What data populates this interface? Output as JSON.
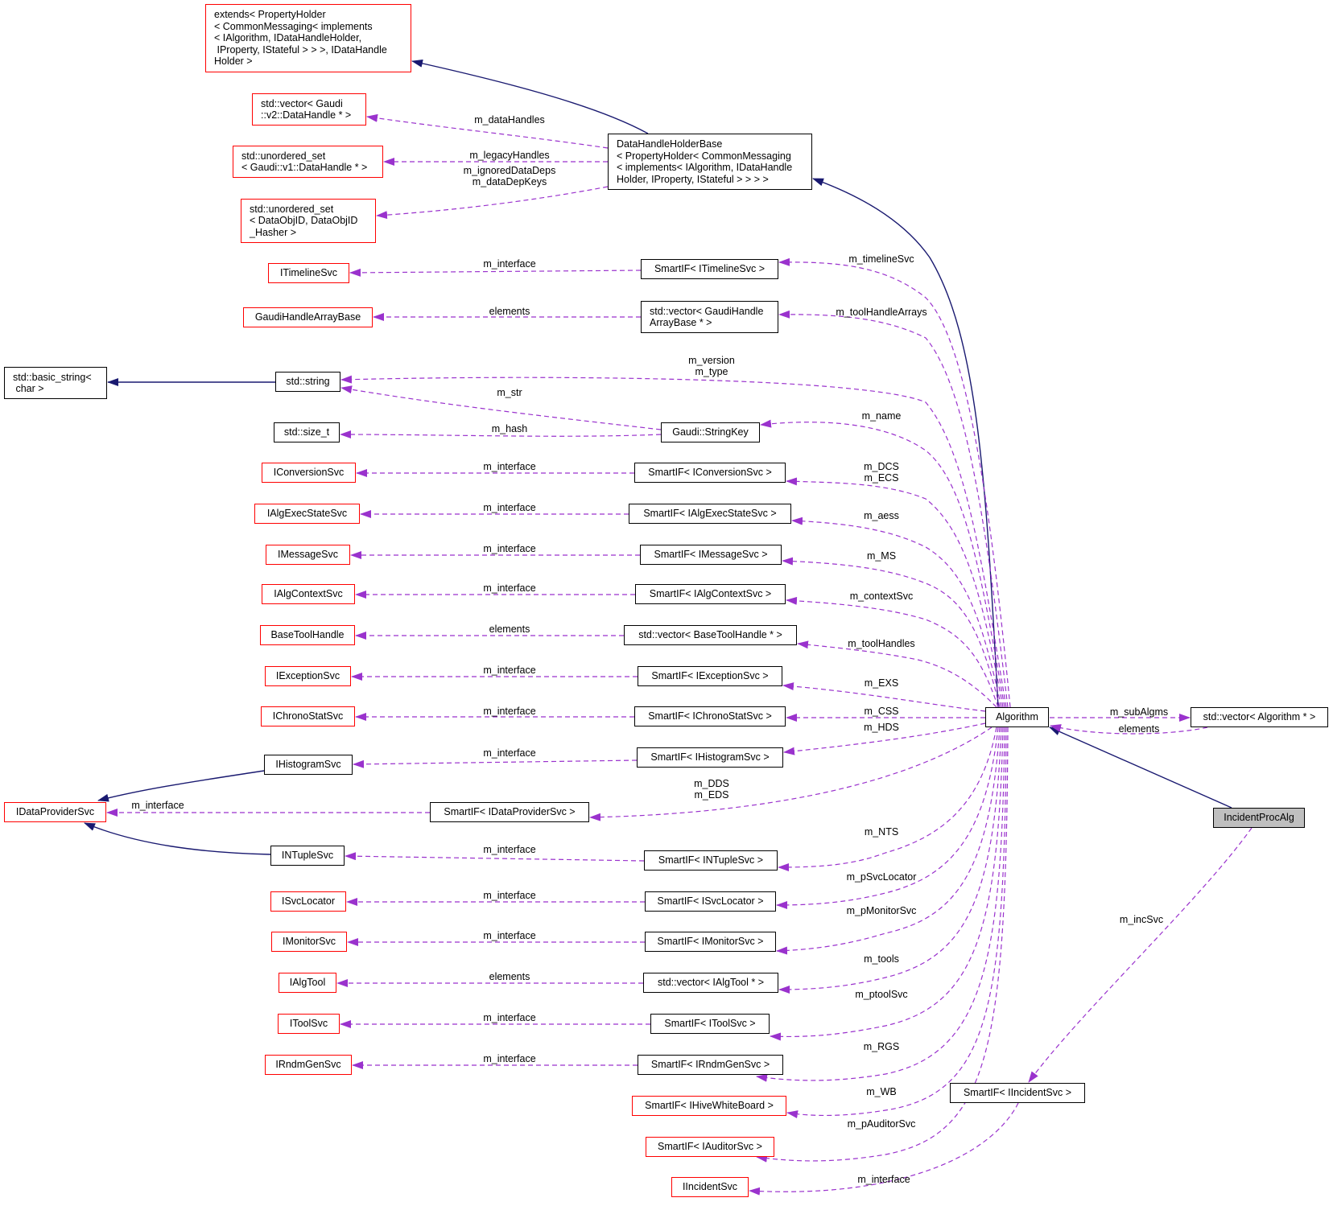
{
  "colors": {
    "inheritance": "#191970",
    "usage": "#9a32cd",
    "node_border": "#000000",
    "node_missing_border": "#ff0000",
    "current_fill": "#bfbfbf"
  },
  "nodes": {
    "extends": "extends< PropertyHolder\n< CommonMessaging< implements\n< IAlgorithm, IDataHandleHolder,\n IProperty, IStateful > > >, IDataHandle\nHolder >",
    "vec_datahandle": "std::vector< Gaudi\n::v2::DataHandle * >",
    "uset_datahandle": "std::unordered_set\n< Gaudi::v1::DataHandle * >",
    "uset_dataobjid": "std::unordered_set\n< DataObjID, DataObjID\n_Hasher >",
    "dhhb": "DataHandleHolderBase\n< PropertyHolder< CommonMessaging\n< implements< IAlgorithm, IDataHandle\nHolder, IProperty, IStateful > > > >",
    "itimeline": "ITimelineSvc",
    "sif_timeline": "SmartIF< ITimelineSvc >",
    "gharraybase": "GaudiHandleArrayBase",
    "vec_gharray": "std::vector< GaudiHandle\nArrayBase * >",
    "basic_string": "std::basic_string<\n char >",
    "string": "std::string",
    "size_t": "std::size_t",
    "stringkey": "Gaudi::StringKey",
    "iconversion": "IConversionSvc",
    "sif_conversion": "SmartIF< IConversionSvc >",
    "ialgexec": "IAlgExecStateSvc",
    "sif_algexec": "SmartIF< IAlgExecStateSvc >",
    "imessage": "IMessageSvc",
    "sif_message": "SmartIF< IMessageSvc >",
    "ialgcontext": "IAlgContextSvc",
    "sif_algcontext": "SmartIF< IAlgContextSvc >",
    "basetoolhandle": "BaseToolHandle",
    "vec_basetool": "std::vector< BaseToolHandle * >",
    "iexception": "IExceptionSvc",
    "sif_exception": "SmartIF< IExceptionSvc >",
    "ichrono": "IChronoStatSvc",
    "sif_chrono": "SmartIF< IChronoStatSvc >",
    "ihisto": "IHistogramSvc",
    "sif_histo": "SmartIF< IHistogramSvc >",
    "idataprov": "IDataProviderSvc",
    "sif_dataprov": "SmartIF< IDataProviderSvc >",
    "intuple": "INTupleSvc",
    "sif_ntuple": "SmartIF< INTupleSvc >",
    "isvcloc": "ISvcLocator",
    "sif_svcloc": "SmartIF< ISvcLocator >",
    "imonitor": "IMonitorSvc",
    "sif_monitor": "SmartIF< IMonitorSvc >",
    "ialgtool": "IAlgTool",
    "vec_algtool": "std::vector< IAlgTool * >",
    "itool": "IToolSvc",
    "sif_tool": "SmartIF< IToolSvc >",
    "irndm": "IRndmGenSvc",
    "sif_rndm": "SmartIF< IRndmGenSvc >",
    "sif_hive": "SmartIF< IHiveWhiteBoard >",
    "sif_auditor": "SmartIF< IAuditorSvc >",
    "iincident": "IIncidentSvc",
    "sif_incident": "SmartIF< IIncidentSvc >",
    "algorithm": "Algorithm",
    "vec_algorithm": "std::vector< Algorithm * >",
    "incidentprocalg": "IncidentProcAlg"
  },
  "edge_labels": {
    "m_dataHandles": "m_dataHandles",
    "m_legacyHandles": "m_legacyHandles",
    "m_ignoredDataDeps": "m_ignoredDataDeps\nm_dataDepKeys",
    "m_interface": "m_interface",
    "elements": "elements",
    "m_timelineSvc": "m_timelineSvc",
    "m_toolHandleArrays": "m_toolHandleArrays",
    "m_version_type": "m_version\nm_type",
    "m_str": "m_str",
    "m_hash": "m_hash",
    "m_name": "m_name",
    "m_DCS_ECS": "m_DCS\nm_ECS",
    "m_aess": "m_aess",
    "m_MS": "m_MS",
    "m_contextSvc": "m_contextSvc",
    "m_toolHandles": "m_toolHandles",
    "m_EXS": "m_EXS",
    "m_CSS": "m_CSS",
    "m_HDS": "m_HDS",
    "m_DDS_EDS": "m_DDS\nm_EDS",
    "m_NTS": "m_NTS",
    "m_pSvcLocator": "m_pSvcLocator",
    "m_pMonitorSvc": "m_pMonitorSvc",
    "m_tools": "m_tools",
    "m_ptoolSvc": "m_ptoolSvc",
    "m_RGS": "m_RGS",
    "m_WB": "m_WB",
    "m_pAuditorSvc": "m_pAuditorSvc",
    "m_subAlgms": "m_subAlgms",
    "m_incSvc": "m_incSvc"
  }
}
